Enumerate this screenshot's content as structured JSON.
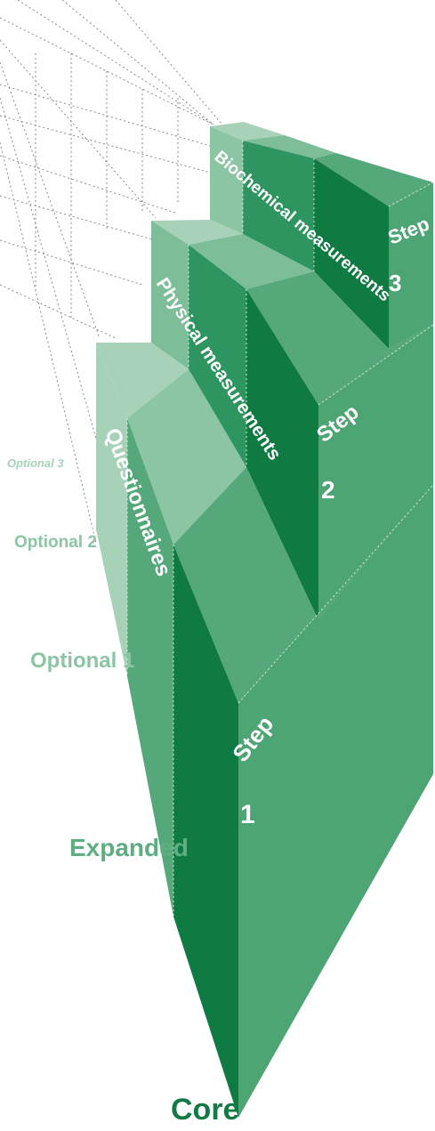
{
  "diagram": {
    "levels": [
      "Optional 3",
      "Optional 2",
      "Optional 1",
      "Expanded",
      "Core"
    ],
    "steps": [
      {
        "word": "Step",
        "number": "1",
        "label": "Questionnaires"
      },
      {
        "word": "Step",
        "number": "2",
        "label": "Physical measurements"
      },
      {
        "word": "Step",
        "number": "3",
        "label": "Biochemical measurements"
      }
    ]
  },
  "colors": {
    "core": "#0f7a42",
    "expanded": "#2f9560",
    "optional1": "#55a87a",
    "optional2": "#7dbd98",
    "optional3": "#a7d2b8",
    "side": "#4ea574",
    "label_expanded": "#5fae83",
    "label_core": "#147a45",
    "grid": "#8a8a8a"
  }
}
